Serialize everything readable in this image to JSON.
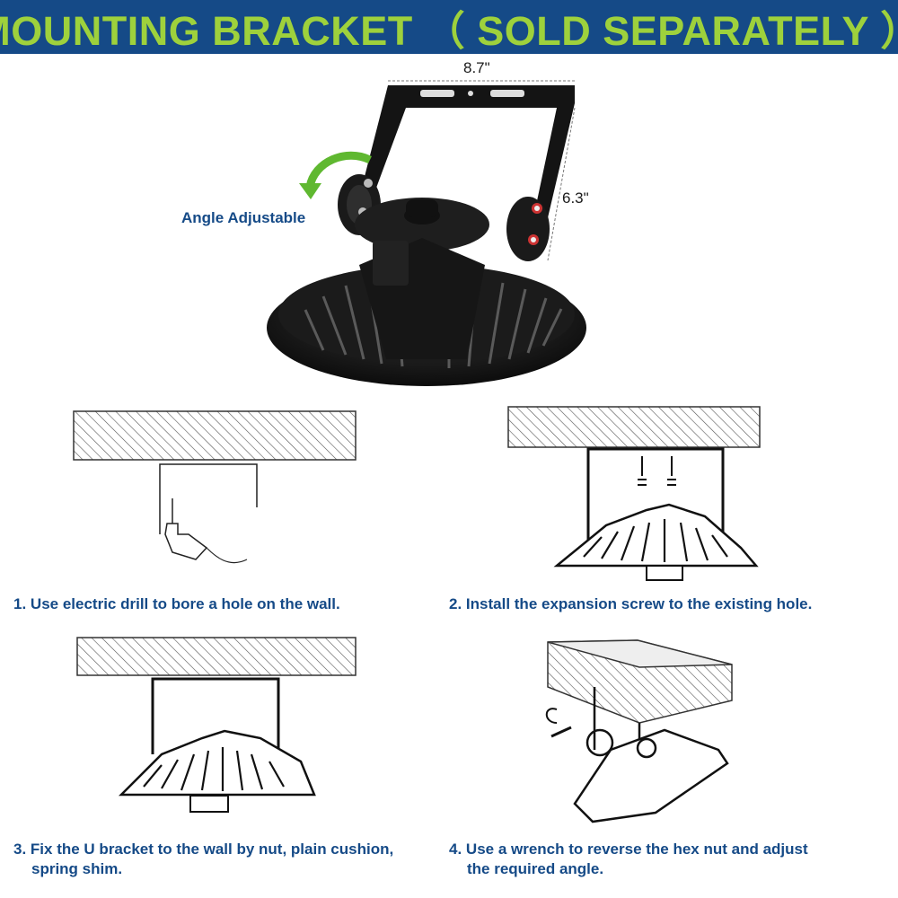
{
  "banner": {
    "title": "MOUNTING BRACKET （ SOLD SEPARATELY ）"
  },
  "product": {
    "width_label": "8.7\"",
    "height_label": "6.3\"",
    "angle_label": "Angle Adjustable"
  },
  "steps": [
    {
      "number": "1.",
      "lines": [
        "Use electric drill to bore a hole on the wall."
      ]
    },
    {
      "number": "2.",
      "lines": [
        "Install the expansion screw to the existing hole."
      ]
    },
    {
      "number": "3.",
      "lines": [
        "Fix the U bracket to the wall by nut, plain cushion,",
        "spring shim."
      ]
    },
    {
      "number": "4.",
      "lines": [
        "Use a wrench to reverse the hex nut and adjust",
        "the required angle."
      ]
    }
  ],
  "colors": {
    "banner_bg": "#154a87",
    "banner_text": "#9ed13c",
    "step_text": "#154a87",
    "arrow": "#5fb830"
  }
}
